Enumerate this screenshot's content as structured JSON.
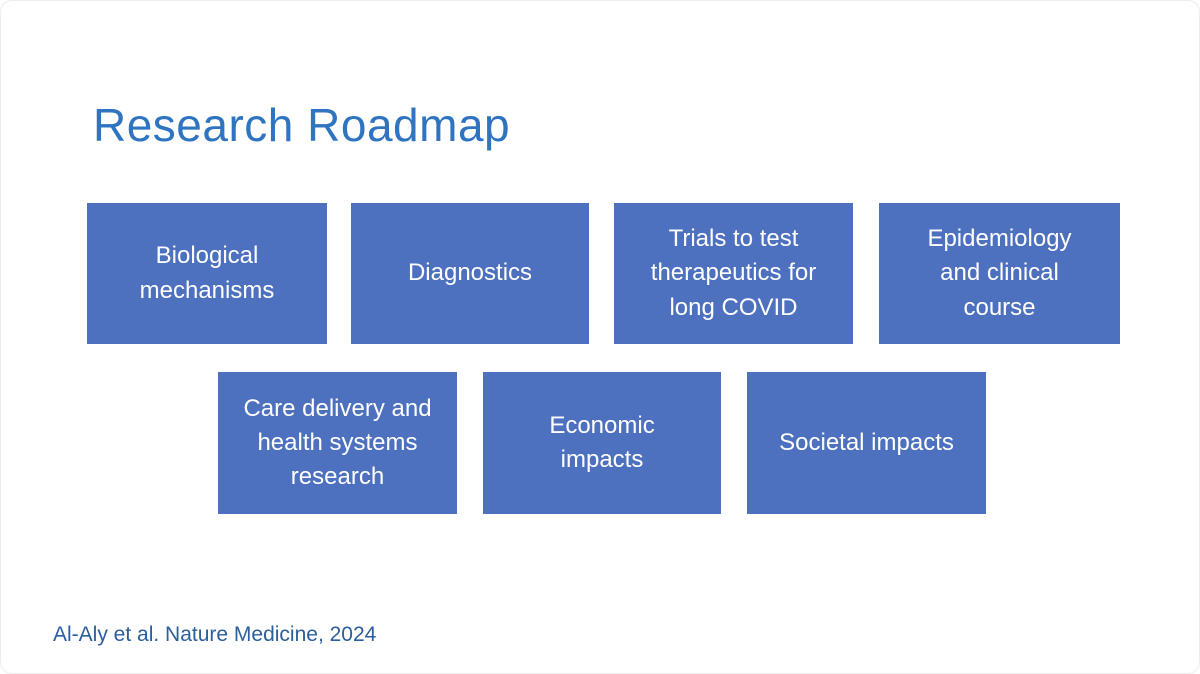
{
  "slide": {
    "title": "Research Roadmap",
    "accent_colors": {
      "title_blue": "#2e74c0",
      "box_blue": "#4d70bf",
      "box_text": "#ffffff",
      "citation_blue": "#2b5e9c"
    },
    "boxes": [
      {
        "label": "Biological\nmechanisms"
      },
      {
        "label": "Diagnostics"
      },
      {
        "label": "Trials to test\ntherapeutics for\nlong COVID"
      },
      {
        "label": "Epidemiology\nand clinical\ncourse"
      },
      {
        "label": "Care delivery and\nhealth systems\nresearch"
      },
      {
        "label": "Economic\nimpacts"
      },
      {
        "label": "Societal impacts"
      }
    ],
    "citation": "Al-Aly et al. Nature Medicine, 2024"
  }
}
